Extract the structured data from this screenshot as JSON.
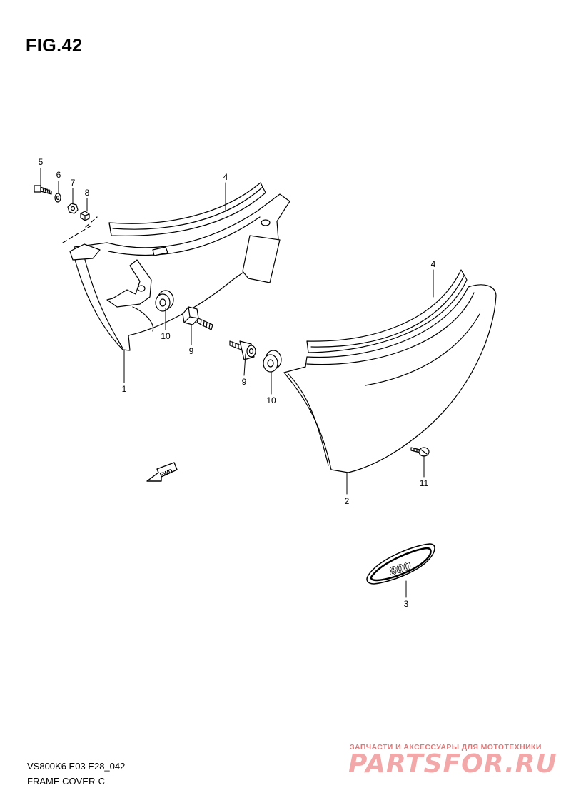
{
  "figure": {
    "title": "FIG.42"
  },
  "callouts": {
    "c5": "5",
    "c6": "6",
    "c7": "7",
    "c8": "8",
    "c4a": "4",
    "c4b": "4",
    "c10a": "10",
    "c9a": "9",
    "c1": "1",
    "c9b": "9",
    "c10b": "10",
    "c2": "2",
    "c11": "11",
    "c3": "3"
  },
  "labels": {
    "fwd": "FWD",
    "emblem": "800"
  },
  "footer": {
    "model_code": "VS800K6 E03 E28_042",
    "section_name": "FRAME COVER-C"
  },
  "watermark": {
    "tagline": "ЗАПЧАСТИ И АКСЕССУАРЫ ДЛЯ МОТОТЕХНИКИ",
    "site": "PARTSFOR.RU"
  }
}
